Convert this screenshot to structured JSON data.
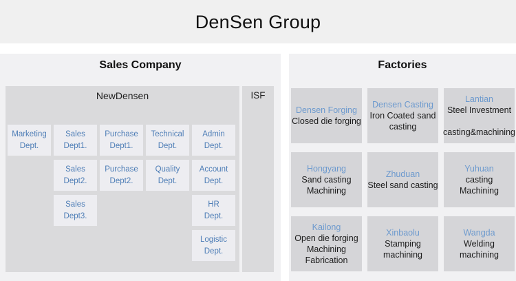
{
  "header": {
    "title": "DenSen Group"
  },
  "sales": {
    "title": "Sales Company",
    "group_label": "NewDensen",
    "isf_label": "ISF",
    "departments": [
      {
        "lines": [
          "Marketing",
          "Dept."
        ]
      },
      {
        "lines": [
          "Sales",
          "Dept1."
        ]
      },
      {
        "lines": [
          "Purchase",
          "Dept1."
        ]
      },
      {
        "lines": [
          "Technical",
          "Dept."
        ]
      },
      {
        "lines": [
          "Admin",
          "Dept."
        ]
      },
      {
        "lines": [
          "Sales",
          "Dept2."
        ]
      },
      {
        "lines": [
          "Purchase",
          "Dept2."
        ]
      },
      {
        "lines": [
          "Quality",
          "Dept."
        ]
      },
      {
        "lines": [
          "Account",
          "Dept."
        ]
      },
      {
        "lines": [
          "Sales",
          "Dept3."
        ]
      },
      {
        "lines": [
          "HR",
          "Dept."
        ]
      },
      {
        "lines": [
          "Logistic",
          "Dept."
        ]
      }
    ]
  },
  "factories": {
    "title": "Factories",
    "items": [
      {
        "name": "Densen Forging",
        "lines": [
          "Closed die forging"
        ]
      },
      {
        "name": "Densen Casting",
        "lines": [
          "Iron Coated sand casting"
        ]
      },
      {
        "name": "Lantian",
        "lines": [
          "Steel Investment",
          "",
          "casting&machining"
        ]
      },
      {
        "name": "Hongyang",
        "lines": [
          "Sand casting",
          "Machining"
        ]
      },
      {
        "name": "Zhuduan",
        "lines": [
          "Steel sand casting"
        ]
      },
      {
        "name": "Yuhuan",
        "lines": [
          "casting",
          "Machining"
        ]
      },
      {
        "name": "Kailong",
        "lines": [
          "Open die forging",
          "Machining",
          "Fabrication"
        ]
      },
      {
        "name": "Xinbaolu",
        "lines": [
          "Stamping",
          "machining"
        ]
      },
      {
        "name": "Wangda",
        "lines": [
          "Welding",
          "machining"
        ]
      }
    ]
  },
  "colors": {
    "header_bg": "#f0f0f0",
    "panel_bg": "#f1f1f3",
    "container_bg": "#dadadc",
    "dept_box_bg": "#ededf1",
    "dept_text": "#4d7db6",
    "factory_box_bg": "#d5d5d8",
    "factory_name_text": "#6d9ace",
    "body_text": "#1c1c1c"
  }
}
